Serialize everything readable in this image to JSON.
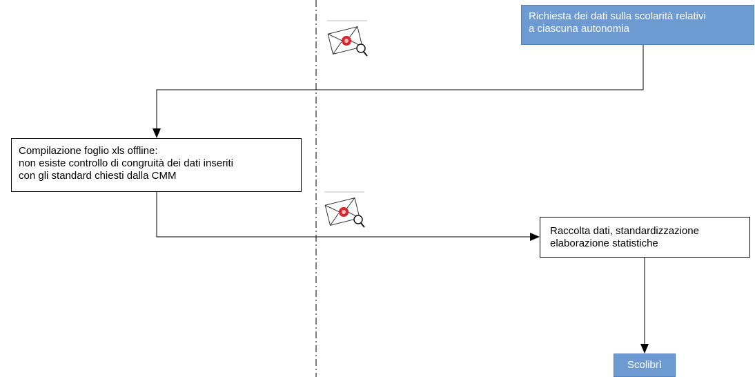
{
  "boxes": {
    "richiesta": {
      "lines": [
        "Richiesta dei dati sulla scolarità relativi",
        "a ciascuna autonomia"
      ],
      "fill": "#6e9ad2"
    },
    "compilazione": {
      "lines": [
        "Compilazione foglio xls offline:",
        "non esiste controllo di congruità dei dati inseriti",
        "con gli standard chiesti dalla CMM"
      ]
    },
    "raccolta": {
      "lines": [
        "Raccolta dati, standardizzazione",
        "elaborazione statistiche"
      ]
    },
    "scolibri": {
      "label": "Scolibrì",
      "fill": "#6e9ad2"
    }
  },
  "icons": [
    "email-search-icon",
    "email-search-icon"
  ],
  "colors": {
    "accent": "#6e9ad2",
    "line": "#000000",
    "icon_seal": "#d9252b"
  }
}
